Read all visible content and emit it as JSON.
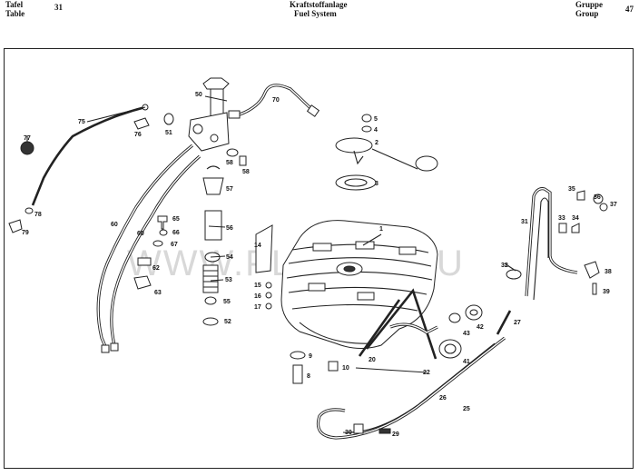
{
  "header": {
    "tafel_de": "Tafel",
    "tafel_en": "Table",
    "table_number": "31",
    "title_de": "Kraftstoffanlage",
    "title_en": "Fuel System",
    "gruppe_de": "Gruppe",
    "gruppe_en": "Group",
    "group_number": "47"
  },
  "watermark": "WWW.PLGATS.RU",
  "callouts": [
    {
      "id": "c1",
      "text": "1"
    },
    {
      "id": "c2",
      "text": "2"
    },
    {
      "id": "c3",
      "text": "3"
    },
    {
      "id": "c4",
      "text": "4"
    },
    {
      "id": "c5",
      "text": "5"
    },
    {
      "id": "c8",
      "text": "8"
    },
    {
      "id": "c9",
      "text": "9"
    },
    {
      "id": "c10",
      "text": "10"
    },
    {
      "id": "c14",
      "text": "14"
    },
    {
      "id": "c15",
      "text": "15"
    },
    {
      "id": "c16",
      "text": "16"
    },
    {
      "id": "c17",
      "text": "17"
    },
    {
      "id": "c20",
      "text": "20"
    },
    {
      "id": "c22",
      "text": "22"
    },
    {
      "id": "c25",
      "text": "25"
    },
    {
      "id": "c26",
      "text": "26"
    },
    {
      "id": "c27",
      "text": "27"
    },
    {
      "id": "c29",
      "text": "29"
    },
    {
      "id": "c30",
      "text": "30"
    },
    {
      "id": "c31",
      "text": "31"
    },
    {
      "id": "c32",
      "text": "32"
    },
    {
      "id": "c33",
      "text": "33"
    },
    {
      "id": "c34",
      "text": "34"
    },
    {
      "id": "c35",
      "text": "35"
    },
    {
      "id": "c36",
      "text": "36"
    },
    {
      "id": "c37",
      "text": "37"
    },
    {
      "id": "c38",
      "text": "38"
    },
    {
      "id": "c39",
      "text": "39"
    },
    {
      "id": "c41",
      "text": "41"
    },
    {
      "id": "c42",
      "text": "42"
    },
    {
      "id": "c43",
      "text": "43"
    },
    {
      "id": "c50",
      "text": "50"
    },
    {
      "id": "c51",
      "text": "51"
    },
    {
      "id": "c52",
      "text": "52"
    },
    {
      "id": "c53",
      "text": "53"
    },
    {
      "id": "c54",
      "text": "54"
    },
    {
      "id": "c55",
      "text": "55"
    },
    {
      "id": "c56",
      "text": "56"
    },
    {
      "id": "c57",
      "text": "57"
    },
    {
      "id": "c58a",
      "text": "58"
    },
    {
      "id": "c58b",
      "text": "58"
    },
    {
      "id": "c60a",
      "text": "60"
    },
    {
      "id": "c60b",
      "text": "60"
    },
    {
      "id": "c62",
      "text": "62"
    },
    {
      "id": "c63",
      "text": "63"
    },
    {
      "id": "c65",
      "text": "65"
    },
    {
      "id": "c66",
      "text": "66"
    },
    {
      "id": "c67",
      "text": "67"
    },
    {
      "id": "c70",
      "text": "70"
    },
    {
      "id": "c75",
      "text": "75"
    },
    {
      "id": "c76",
      "text": "76"
    },
    {
      "id": "c77",
      "text": "77"
    },
    {
      "id": "c78",
      "text": "78"
    },
    {
      "id": "c79",
      "text": "79"
    }
  ]
}
